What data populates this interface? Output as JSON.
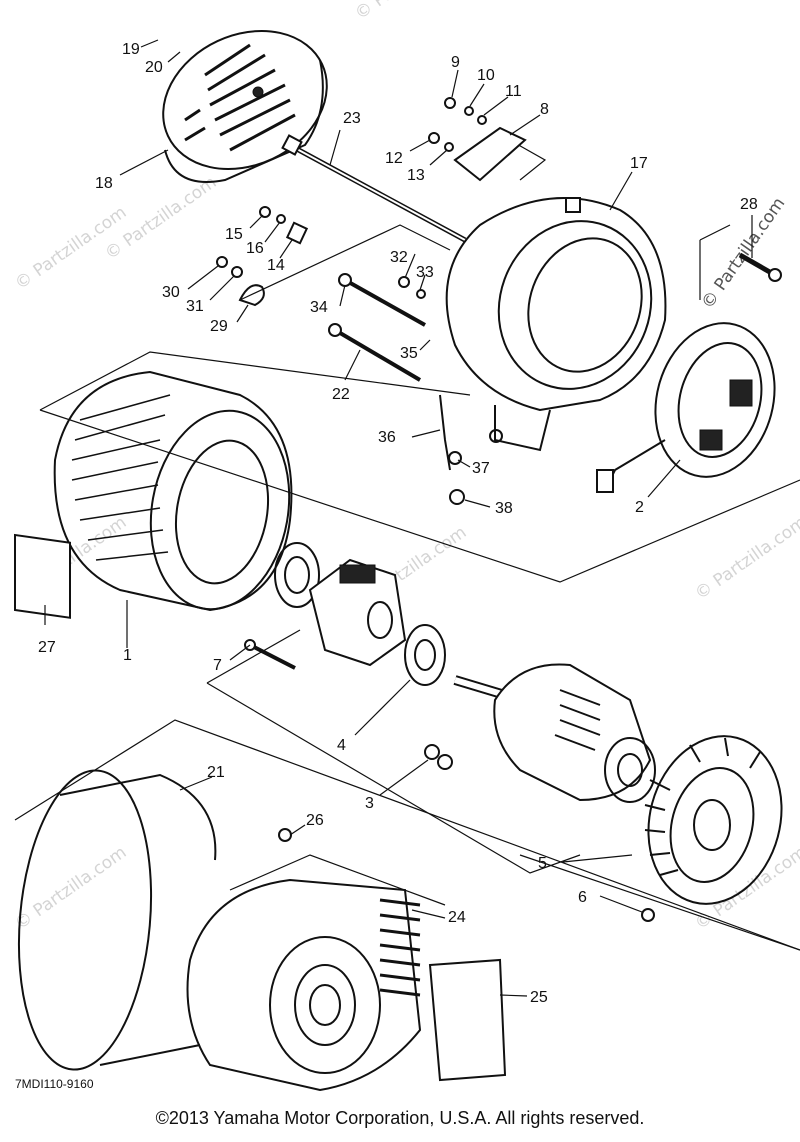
{
  "diagram": {
    "callouts": [
      {
        "id": "1",
        "label": "1"
      },
      {
        "id": "2",
        "label": "2"
      },
      {
        "id": "3",
        "label": "3"
      },
      {
        "id": "4",
        "label": "4"
      },
      {
        "id": "5",
        "label": "5"
      },
      {
        "id": "6",
        "label": "6"
      },
      {
        "id": "7",
        "label": "7"
      },
      {
        "id": "8",
        "label": "8"
      },
      {
        "id": "9",
        "label": "9"
      },
      {
        "id": "10",
        "label": "10"
      },
      {
        "id": "11",
        "label": "11"
      },
      {
        "id": "12",
        "label": "12"
      },
      {
        "id": "13",
        "label": "13"
      },
      {
        "id": "14",
        "label": "14"
      },
      {
        "id": "15",
        "label": "15"
      },
      {
        "id": "16",
        "label": "16"
      },
      {
        "id": "17",
        "label": "17"
      },
      {
        "id": "18",
        "label": "18"
      },
      {
        "id": "19",
        "label": "19"
      },
      {
        "id": "20",
        "label": "20"
      },
      {
        "id": "21",
        "label": "21"
      },
      {
        "id": "22",
        "label": "22"
      },
      {
        "id": "23",
        "label": "23"
      },
      {
        "id": "24",
        "label": "24"
      },
      {
        "id": "25",
        "label": "25"
      },
      {
        "id": "26",
        "label": "26"
      },
      {
        "id": "27",
        "label": "27"
      },
      {
        "id": "28",
        "label": "28"
      },
      {
        "id": "29",
        "label": "29"
      },
      {
        "id": "30",
        "label": "30"
      },
      {
        "id": "31",
        "label": "31"
      },
      {
        "id": "32",
        "label": "32"
      },
      {
        "id": "33",
        "label": "33"
      },
      {
        "id": "34",
        "label": "34"
      },
      {
        "id": "35",
        "label": "35"
      },
      {
        "id": "36",
        "label": "36"
      },
      {
        "id": "37",
        "label": "37"
      },
      {
        "id": "38",
        "label": "38"
      }
    ],
    "drawing_code": "7MDI110-9160",
    "watermark": "© Partzilla.com"
  },
  "footer": {
    "copyright": "©2013  Yamaha Motor Corporation, U.S.A. All rights reserved."
  }
}
